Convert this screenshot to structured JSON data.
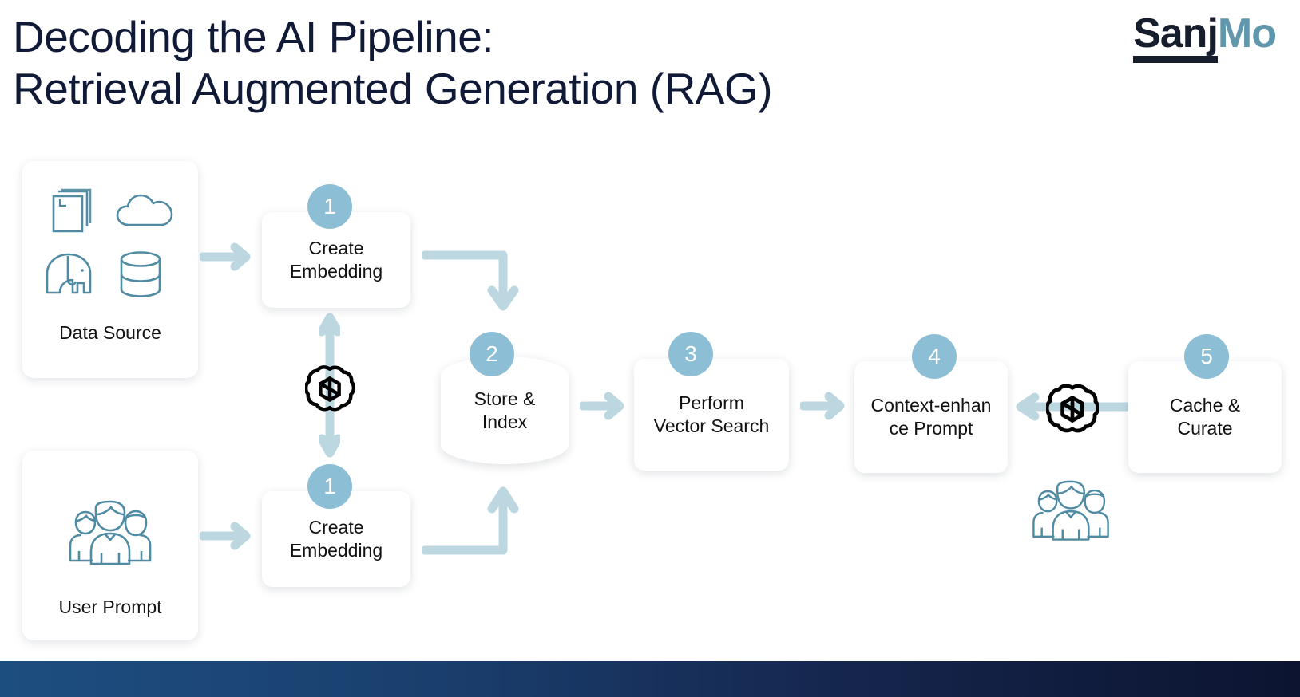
{
  "header": {
    "title": "Decoding the AI Pipeline:\nRetrieval Augmented Generation (RAG)",
    "logo": {
      "part1": "Sanj",
      "part2": "Mo"
    }
  },
  "colors": {
    "title": "#101a37",
    "badge": "#8cbfd6",
    "arrow": "#bdd7e0",
    "icon_stroke": "#4f8ba3",
    "logo_dark": "#161d2c",
    "logo_accent": "#5f97ad",
    "bar_left": "#1d4e80",
    "bar_right": "#0c1430"
  },
  "sources": [
    {
      "label": "Data Source",
      "icons": [
        "documents-icon",
        "cloud-icon",
        "elephant-icon",
        "database-icon"
      ]
    },
    {
      "label": "User Prompt",
      "icons": [
        "people-icon"
      ]
    }
  ],
  "steps": [
    {
      "number": "1",
      "label": "Create\nEmbedding",
      "shape": "box",
      "name": "create-embedding-top"
    },
    {
      "number": "1",
      "label": "Create\nEmbedding",
      "shape": "box",
      "name": "create-embedding-bottom"
    },
    {
      "number": "2",
      "label": "Store &\nIndex",
      "shape": "cylinder",
      "name": "store-and-index"
    },
    {
      "number": "3",
      "label": "Perform\nVector Search",
      "shape": "box",
      "name": "perform-vector-search"
    },
    {
      "number": "4",
      "label": "Context-enhan\nce Prompt",
      "shape": "box",
      "name": "context-enhance-prompt"
    },
    {
      "number": "5",
      "label": "Cache &\nCurate",
      "shape": "box",
      "name": "cache-and-curate"
    }
  ],
  "connectors": [
    {
      "name": "arrow-datasource-to-embedding",
      "kind": "right-arrow"
    },
    {
      "name": "arrow-userprompt-to-embedding",
      "kind": "right-arrow"
    },
    {
      "name": "elbow-embedding-to-store-top",
      "kind": "elbow-right-down"
    },
    {
      "name": "elbow-embedding-to-store-bottom",
      "kind": "elbow-right-up"
    },
    {
      "name": "arrow-store-to-search",
      "kind": "right-arrow"
    },
    {
      "name": "arrow-search-to-context",
      "kind": "right-arrow"
    },
    {
      "name": "arrow-context-to-cache",
      "kind": "double-arrow"
    },
    {
      "name": "arrow-embedding-vertical",
      "kind": "vertical-double-arrow"
    }
  ],
  "decorations": [
    {
      "name": "openai-logo-left",
      "icon": "openai-icon"
    },
    {
      "name": "openai-logo-right",
      "icon": "openai-icon"
    },
    {
      "name": "people-icon-floating",
      "icon": "people-icon"
    }
  ]
}
